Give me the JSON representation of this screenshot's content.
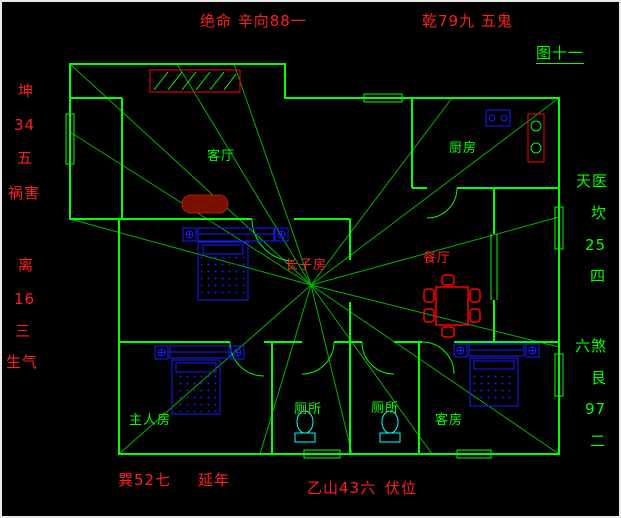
{
  "figure": {
    "label": "图十一"
  },
  "annotations": {
    "top_left": "绝命 辛向88一",
    "top_right": "乾79九 五鬼",
    "left_upper": [
      "坤",
      "34",
      "五",
      "祸害"
    ],
    "left_lower": [
      "离",
      "16",
      "三",
      "生气"
    ],
    "right_upper": [
      "天医",
      "坎",
      "25",
      "四"
    ],
    "right_lower": [
      "六煞",
      "艮",
      "97",
      "二"
    ],
    "bottom_left_main": "巽52七",
    "bottom_left_sub": "延年",
    "bottom_right_main": "乙山43六",
    "bottom_right_sub": "伏位"
  },
  "rooms": {
    "living_room": "客厅",
    "kitchen": "厨房",
    "dining_room": "餐厅",
    "eldest_son_room": "长子房",
    "master_bedroom": "主人房",
    "toilet_1": "厕所",
    "toilet_2": "厕所",
    "guest_room": "客房"
  },
  "colors": {
    "background": "#000000",
    "wall_green": "#00ff00",
    "sector_line_green": "#00b400",
    "annotation_red": "#ff1f1f",
    "furniture_blue": "#1a1aff",
    "fixture_cyan": "#00ffff",
    "cabinet_red": "#ff0000",
    "tv_maroon": "#7a1000"
  },
  "icons": {
    "bed": "bed-icon",
    "toilet": "toilet-icon",
    "stove": "stove-icon",
    "sink": "sink-icon",
    "nightstand": "nightstand-lamp-icon",
    "dining_table": "dining-table-icon"
  }
}
